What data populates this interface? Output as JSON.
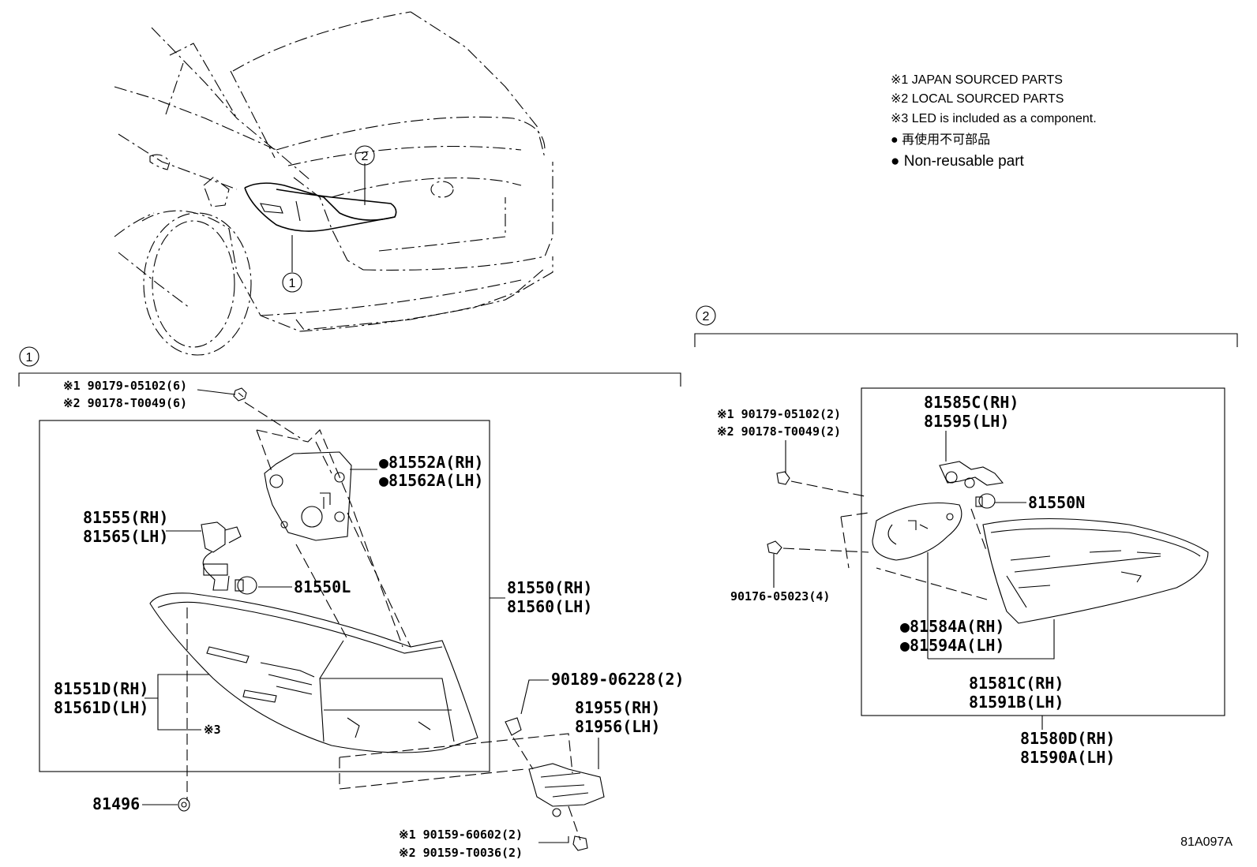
{
  "notes": {
    "n1": "※1 JAPAN SOURCED PARTS",
    "n2": "※2 LOCAL SOURCED PARTS",
    "n3": "※3 LED is included as a component.",
    "n4": "● 再使用不可部品",
    "n5": "● Non-reusable part"
  },
  "callouts": {
    "c1": "1",
    "c2": "2"
  },
  "group1": {
    "screw_a": "※1 90179-05102(6)",
    "screw_b": "※2 90178-T0049(6)",
    "gasket_rh": "●81552A(RH)",
    "gasket_lh": "●81562A(LH)",
    "socket_rh": "81555(RH)",
    "socket_lh": "81565(LH)",
    "bulb": "81550L",
    "lamp_rh": "81550(RH)",
    "lamp_lh": "81560(LH)",
    "lens_rh": "81551D(RH)",
    "lens_lh": "81561D(LH)",
    "led_note": "※3",
    "clip_nut": "90189-06228(2)",
    "bracket_rh": "81955(RH)",
    "bracket_lh": "81956(LH)",
    "grommet": "81496",
    "bolt_a": "※1 90159-60602(2)",
    "bolt_b": "※2 90159-T0036(2)"
  },
  "group2": {
    "screw_a": "※1 90179-05102(2)",
    "screw_b": "※2 90178-T0049(2)",
    "socket_rh": "81585C(RH)",
    "socket_lh": "81595(LH)",
    "bulb": "81550N",
    "nut": "90176-05023(4)",
    "gasket_rh": "●81584A(RH)",
    "gasket_lh": "●81594A(LH)",
    "lens_rh": "81581C(RH)",
    "lens_lh": "81591B(LH)",
    "lamp_rh": "81580D(RH)",
    "lamp_lh": "81590A(LH)"
  },
  "figure_code": "81A097A"
}
